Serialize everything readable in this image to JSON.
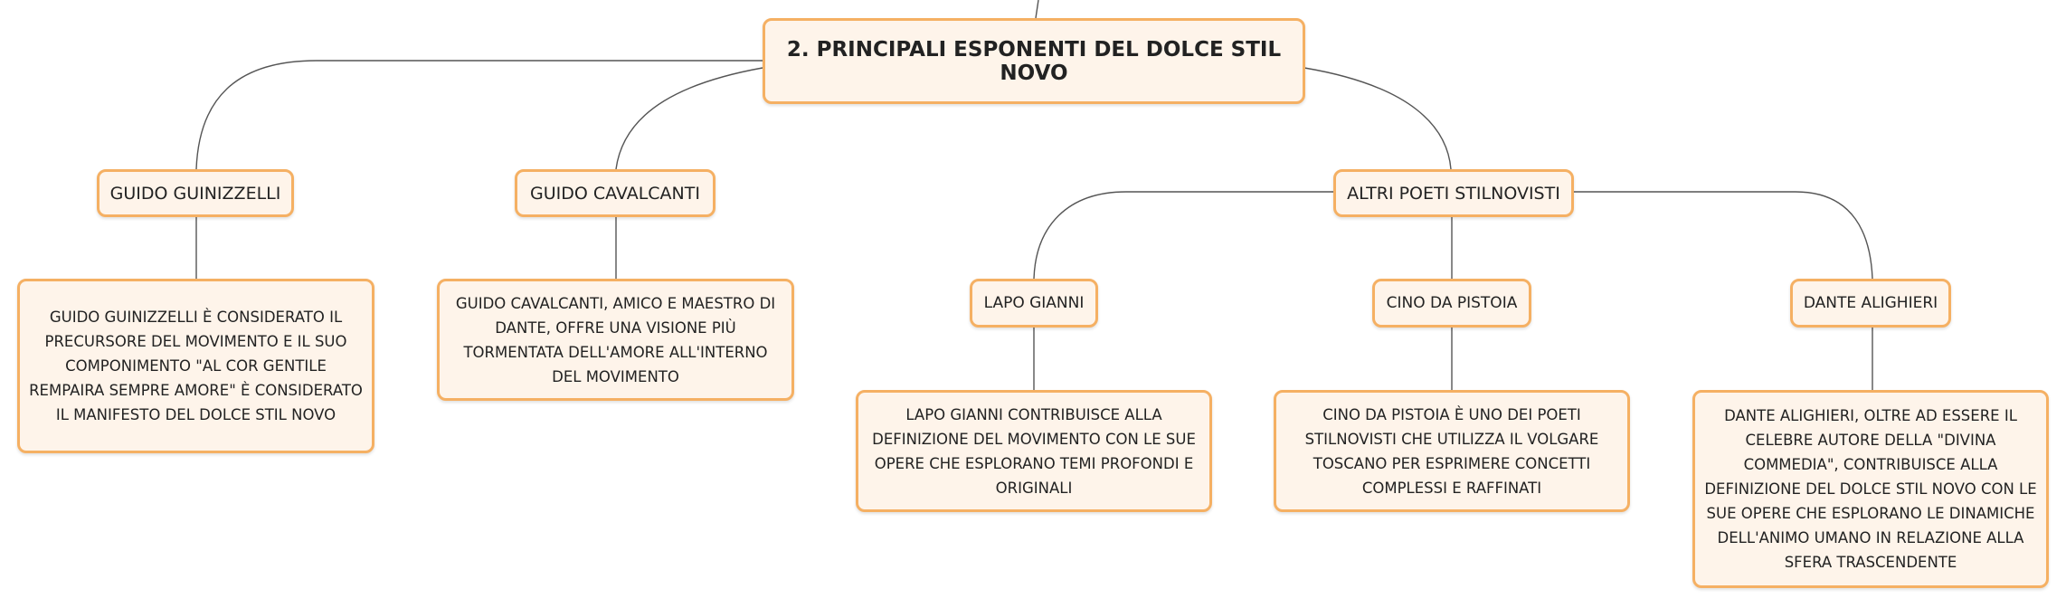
{
  "colors": {
    "node_fill": "#fef4ea",
    "node_border": "#f5b063",
    "connector": "#555555",
    "text": "#222222"
  },
  "root": {
    "label": "2. PRINCIPALI ESPONENTI DEL DOLCE STIL NOVO"
  },
  "branches": [
    {
      "label": "GUIDO GUINIZZELLI",
      "detail": "GUIDO GUINIZZELLI È CONSIDERATO IL PRECURSORE DEL MOVIMENTO E IL SUO COMPONIMENTO \"AL COR GENTILE REMPAIRA SEMPRE AMORE\" È CONSIDERATO IL MANIFESTO DEL DOLCE STIL NOVO"
    },
    {
      "label": "GUIDO CAVALCANTI",
      "detail": "GUIDO CAVALCANTI, AMICO E MAESTRO DI DANTE, OFFRE UNA VISIONE PIÙ TORMENTATA DELL'AMORE ALL'INTERNO DEL MOVIMENTO"
    },
    {
      "label": "ALTRI POETI STILNOVISTI",
      "children": [
        {
          "label": "LAPO GIANNI",
          "detail": "LAPO GIANNI CONTRIBUISCE ALLA DEFINIZIONE DEL MOVIMENTO CON LE SUE OPERE CHE ESPLORANO TEMI PROFONDI E ORIGINALI"
        },
        {
          "label": "CINO DA PISTOIA",
          "detail": "CINO DA PISTOIA È UNO DEI POETI STILNOVISTI CHE UTILIZZA IL VOLGARE TOSCANO PER ESPRIMERE CONCETTI COMPLESSI E RAFFINATI"
        },
        {
          "label": "DANTE ALIGHIERI",
          "detail": "DANTE ALIGHIERI, OLTRE AD ESSERE IL CELEBRE AUTORE DELLA \"DIVINA COMMEDIA\", CONTRIBUISCE ALLA DEFINIZIONE DEL DOLCE STIL NOVO CON LE SUE OPERE CHE ESPLORANO LE DINAMICHE DELL'ANIMO UMANO IN RELAZIONE ALLA SFERA TRASCENDENTE"
        }
      ]
    }
  ]
}
